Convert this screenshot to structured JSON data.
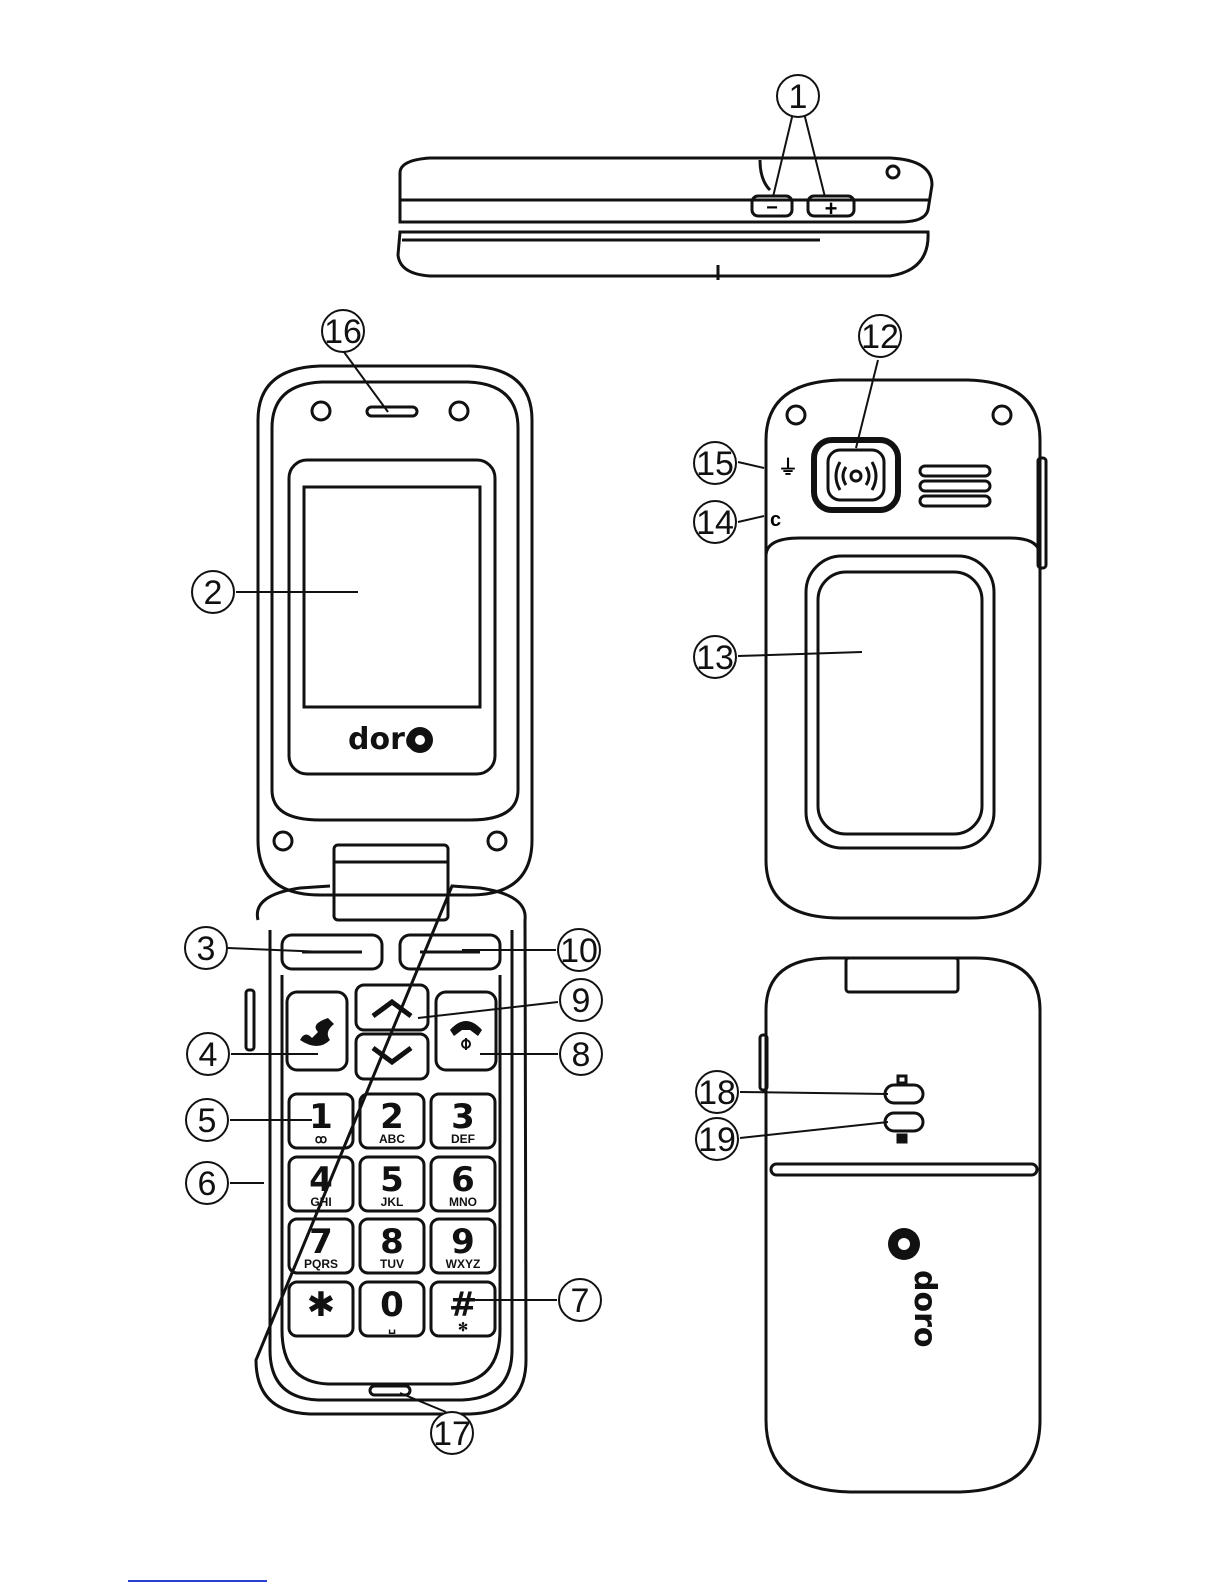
{
  "callouts": [
    {
      "id": "1",
      "label": "1"
    },
    {
      "id": "2",
      "label": "2"
    },
    {
      "id": "3",
      "label": "3"
    },
    {
      "id": "4",
      "label": "4"
    },
    {
      "id": "5",
      "label": "5"
    },
    {
      "id": "6",
      "label": "6"
    },
    {
      "id": "7",
      "label": "7"
    },
    {
      "id": "8",
      "label": "8"
    },
    {
      "id": "9",
      "label": "9"
    },
    {
      "id": "10",
      "label": "10"
    },
    {
      "id": "12",
      "label": "12"
    },
    {
      "id": "13",
      "label": "13"
    },
    {
      "id": "14",
      "label": "14"
    },
    {
      "id": "15",
      "label": "15"
    },
    {
      "id": "16",
      "label": "16"
    },
    {
      "id": "17",
      "label": "17"
    },
    {
      "id": "18",
      "label": "18"
    },
    {
      "id": "19",
      "label": "19"
    }
  ],
  "keypad": [
    {
      "num": "1",
      "sub": "ꝏ"
    },
    {
      "num": "2",
      "sub": "ABC"
    },
    {
      "num": "3",
      "sub": "DEF"
    },
    {
      "num": "4",
      "sub": "GHI"
    },
    {
      "num": "5",
      "sub": "JKL"
    },
    {
      "num": "6",
      "sub": "MNO"
    },
    {
      "num": "7",
      "sub": "PQRS"
    },
    {
      "num": "8",
      "sub": "TUV"
    },
    {
      "num": "9",
      "sub": "WXYZ"
    },
    {
      "num": "✱",
      "sub": ""
    },
    {
      "num": "0",
      "sub": "␣"
    },
    {
      "num": "#",
      "sub": "✻"
    }
  ],
  "volume_keys": {
    "minus": "−",
    "plus": "+"
  },
  "side_marks": {
    "charger": "⏚",
    "lanyard": "c"
  },
  "brand": {
    "logo_front": "doro",
    "logo_back": "doro"
  },
  "icons": {
    "call_key": "phone-handset-icon",
    "end_key": "hang-up-icon",
    "up": "chevron-up-icon",
    "down": "chevron-down-icon",
    "assist": "assistance-button-icon",
    "speaker": "speaker-grille-icon"
  },
  "colors": {
    "line": "#111111",
    "background": "#ffffff",
    "footer_link": "#2a3fd6"
  }
}
